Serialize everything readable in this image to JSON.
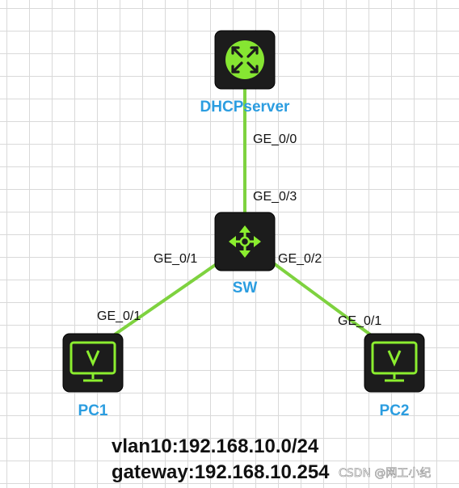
{
  "nodes": {
    "dhcp_server": {
      "label": "DHCPserver"
    },
    "switch": {
      "label": "SW"
    },
    "pc1": {
      "label": "PC1"
    },
    "pc2": {
      "label": "PC2"
    }
  },
  "links": {
    "dhcp_sw": {
      "port_a": "GE_0/0",
      "port_b": "GE_0/3"
    },
    "sw_pc1": {
      "port_a": "GE_0/1",
      "port_b": "GE_0/1"
    },
    "sw_pc2": {
      "port_a": "GE_0/2",
      "port_b": "GE_0/1"
    }
  },
  "info": {
    "vlan": "vlan10:192.168.10.0/24",
    "gateway": "gateway:192.168.10.254"
  },
  "watermark": "CSDN @网工小纪",
  "colors": {
    "link": "#7ed23f",
    "node_label": "#2b9de0",
    "device_icon": "#8bee2f",
    "device_body": "#1c1c1c"
  },
  "icons": {
    "dhcp_server": "router-icon",
    "switch": "switch-icon",
    "pc1": "monitor-icon",
    "pc2": "monitor-icon"
  }
}
